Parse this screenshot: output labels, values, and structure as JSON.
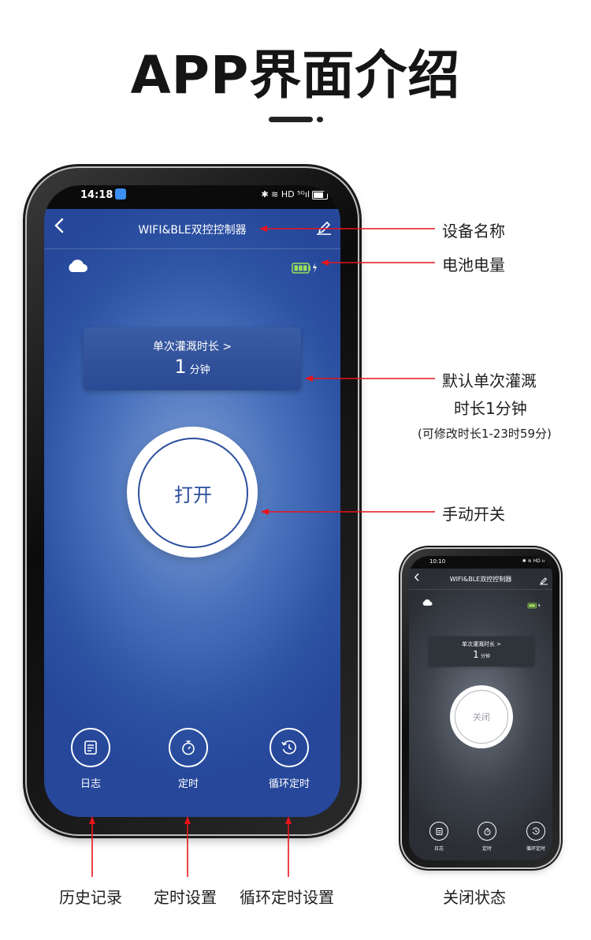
{
  "header": {
    "title": "APP界面介绍"
  },
  "phone_main": {
    "status": {
      "time": "14:18",
      "icons_text": "✱ ≋ HD ⁵ᴳıl"
    },
    "nav": {
      "title": "WIFI&BLE双控控制器"
    },
    "duration": {
      "label": "单次灌溉时长 >",
      "value": "1",
      "unit": "分钟"
    },
    "power_button_label": "打开",
    "bottom_nav": [
      {
        "label": "日志",
        "icon": "log-icon"
      },
      {
        "label": "定时",
        "icon": "timer-icon"
      },
      {
        "label": "循环定时",
        "icon": "cycle-timer-icon"
      }
    ]
  },
  "callouts": {
    "device_name": "设备名称",
    "battery": "电池电量",
    "default_duration_line1": "默认单次灌溉",
    "default_duration_line2": "时长1分钟",
    "default_duration_note": "(可修改时长1-23时59分)",
    "manual_switch": "手动开关",
    "history": "历史记录",
    "timer_setting": "定时设置",
    "cycle_timer_setting": "循环定时设置",
    "off_state": "关闭状态"
  },
  "phone_small": {
    "status": {
      "time": "10:10",
      "icons_text": "✱ ≋ HD ıl"
    },
    "nav": {
      "title": "WIFI&BLE双控控制器"
    },
    "duration": {
      "label": "单次灌溉时长 >",
      "value": "1",
      "unit": "分钟"
    },
    "power_button_label": "关闭",
    "bottom_nav": [
      {
        "label": "日志",
        "icon": "log-icon"
      },
      {
        "label": "定时",
        "icon": "timer-icon"
      },
      {
        "label": "循环定时",
        "icon": "cycle-timer-icon"
      }
    ]
  },
  "colors": {
    "arrow": "#e8141c",
    "screen_blue": "#2d53a3",
    "screen_dark": "#3e434c",
    "accent_blue": "#2b4f9e"
  }
}
